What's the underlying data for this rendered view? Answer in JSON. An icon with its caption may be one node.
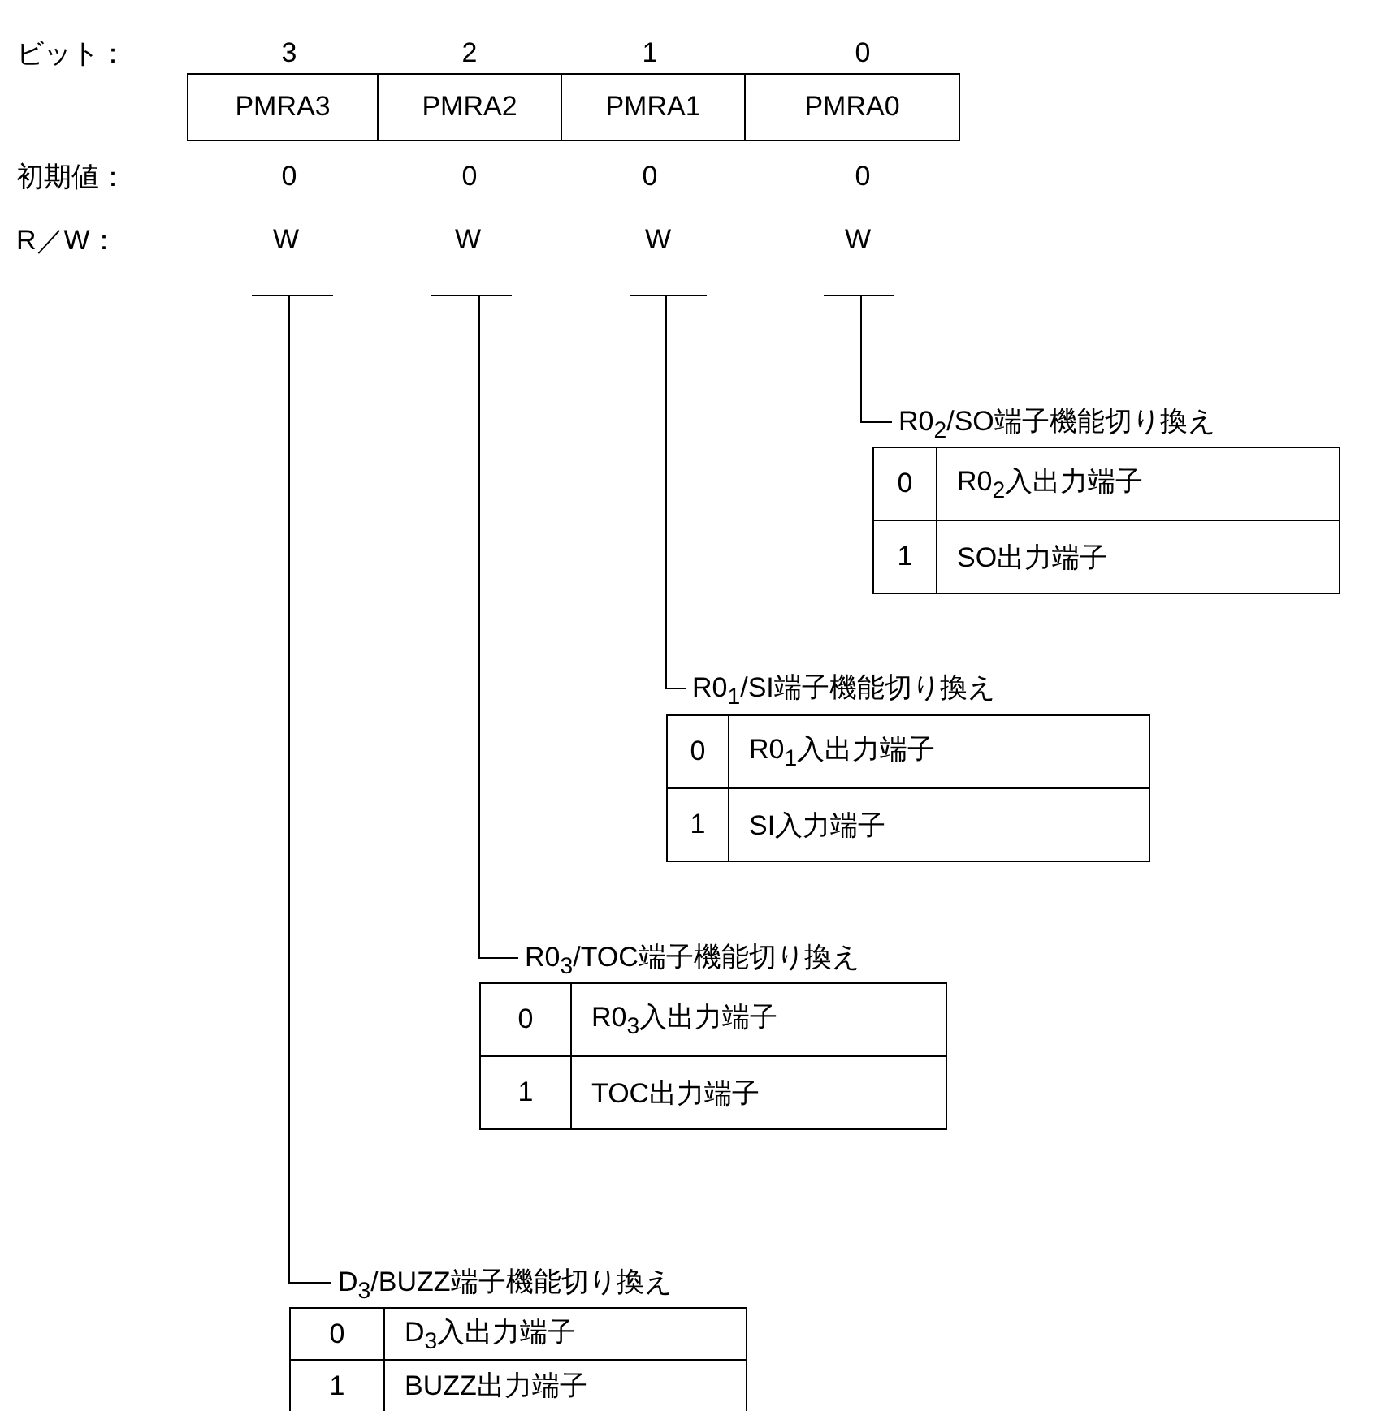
{
  "diagram": {
    "nodes": [
      {
        "text": [
          "PMRA3"
        ]
      },
      {
        "text": [
          "PMRA2"
        ]
      },
      {
        "text": [
          "PMRA1"
        ]
      },
      {
        "text": [
          "PMRA0"
        ]
      },
      {
        "text": [
          "R0$_{2}$/SO端子機能切り換え",
          "0",
          "R0$_{2}$入出力端子",
          "1",
          "SO出力端子"
        ]
      },
      {
        "text": [
          "R0$_{1}$/SI端子機能切り換え",
          "0",
          "R0$_{1}$入出力端子",
          "1",
          "SI入力端子"
        ]
      },
      {
        "text": [
          "R0$_{3}$/TOC端子機能切り換え",
          "0",
          "R0$_{3}$入出力端子",
          "1",
          "TOC出力端子"
        ]
      },
      {
        "text": [
          "D$_{3}$/BUZZ端子機能切り換え",
          "0",
          "D$_{3}$入出力端子",
          "1",
          "BUZZ出力端子"
        ]
      }
    ],
    "edges": [
      {
        "from": null,
        "to": 4,
        "arrow": "none"
      },
      {
        "from": null,
        "to": 5,
        "arrow": "none"
      },
      {
        "from": null,
        "to": 6,
        "arrow": "none"
      },
      {
        "from": null,
        "to": 7,
        "arrow": "none"
      }
    ],
    "labels": [
      "ビット：",
      "3",
      "2",
      "1",
      "0",
      "初期値：",
      "0",
      "0",
      "0",
      "0",
      "R／W：",
      "W",
      "W",
      "W",
      "W"
    ]
  }
}
